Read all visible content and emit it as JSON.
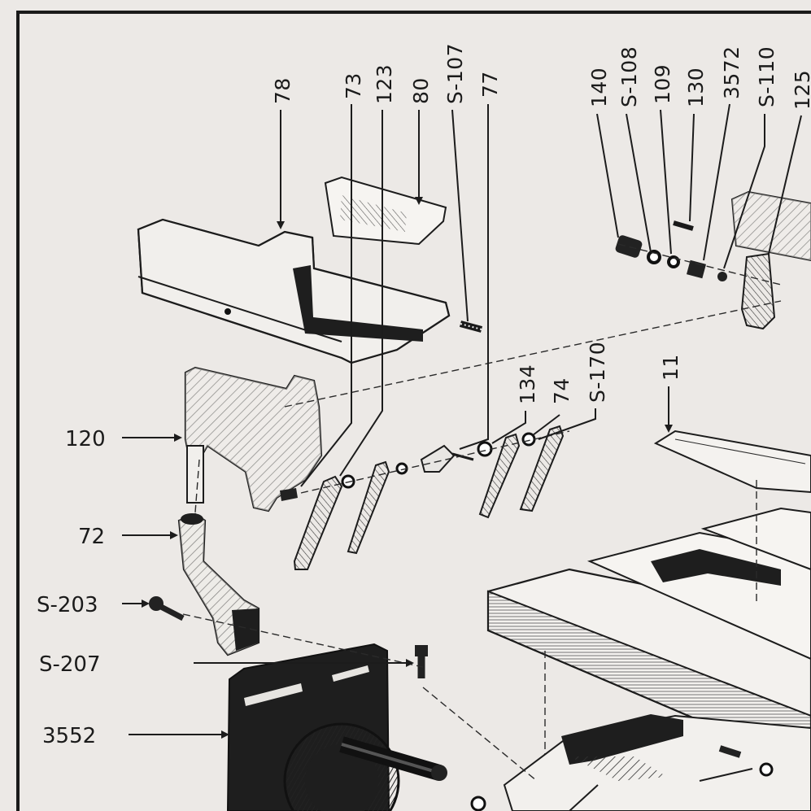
{
  "labels": {
    "p78": "78",
    "p73": "73",
    "p123": "123",
    "p80": "80",
    "pS107": "S-107",
    "p77": "77",
    "p140": "140",
    "pS108": "S-108",
    "p109": "109",
    "p130": "130",
    "p3572": "3572",
    "pS110": "S-110",
    "p125": "125",
    "p134": "134",
    "p74": "74",
    "pS170": "S-170",
    "p11": "11",
    "p120": "120",
    "p72": "72",
    "pS203": "S-203",
    "pS207": "S-207",
    "p3552": "3552"
  }
}
